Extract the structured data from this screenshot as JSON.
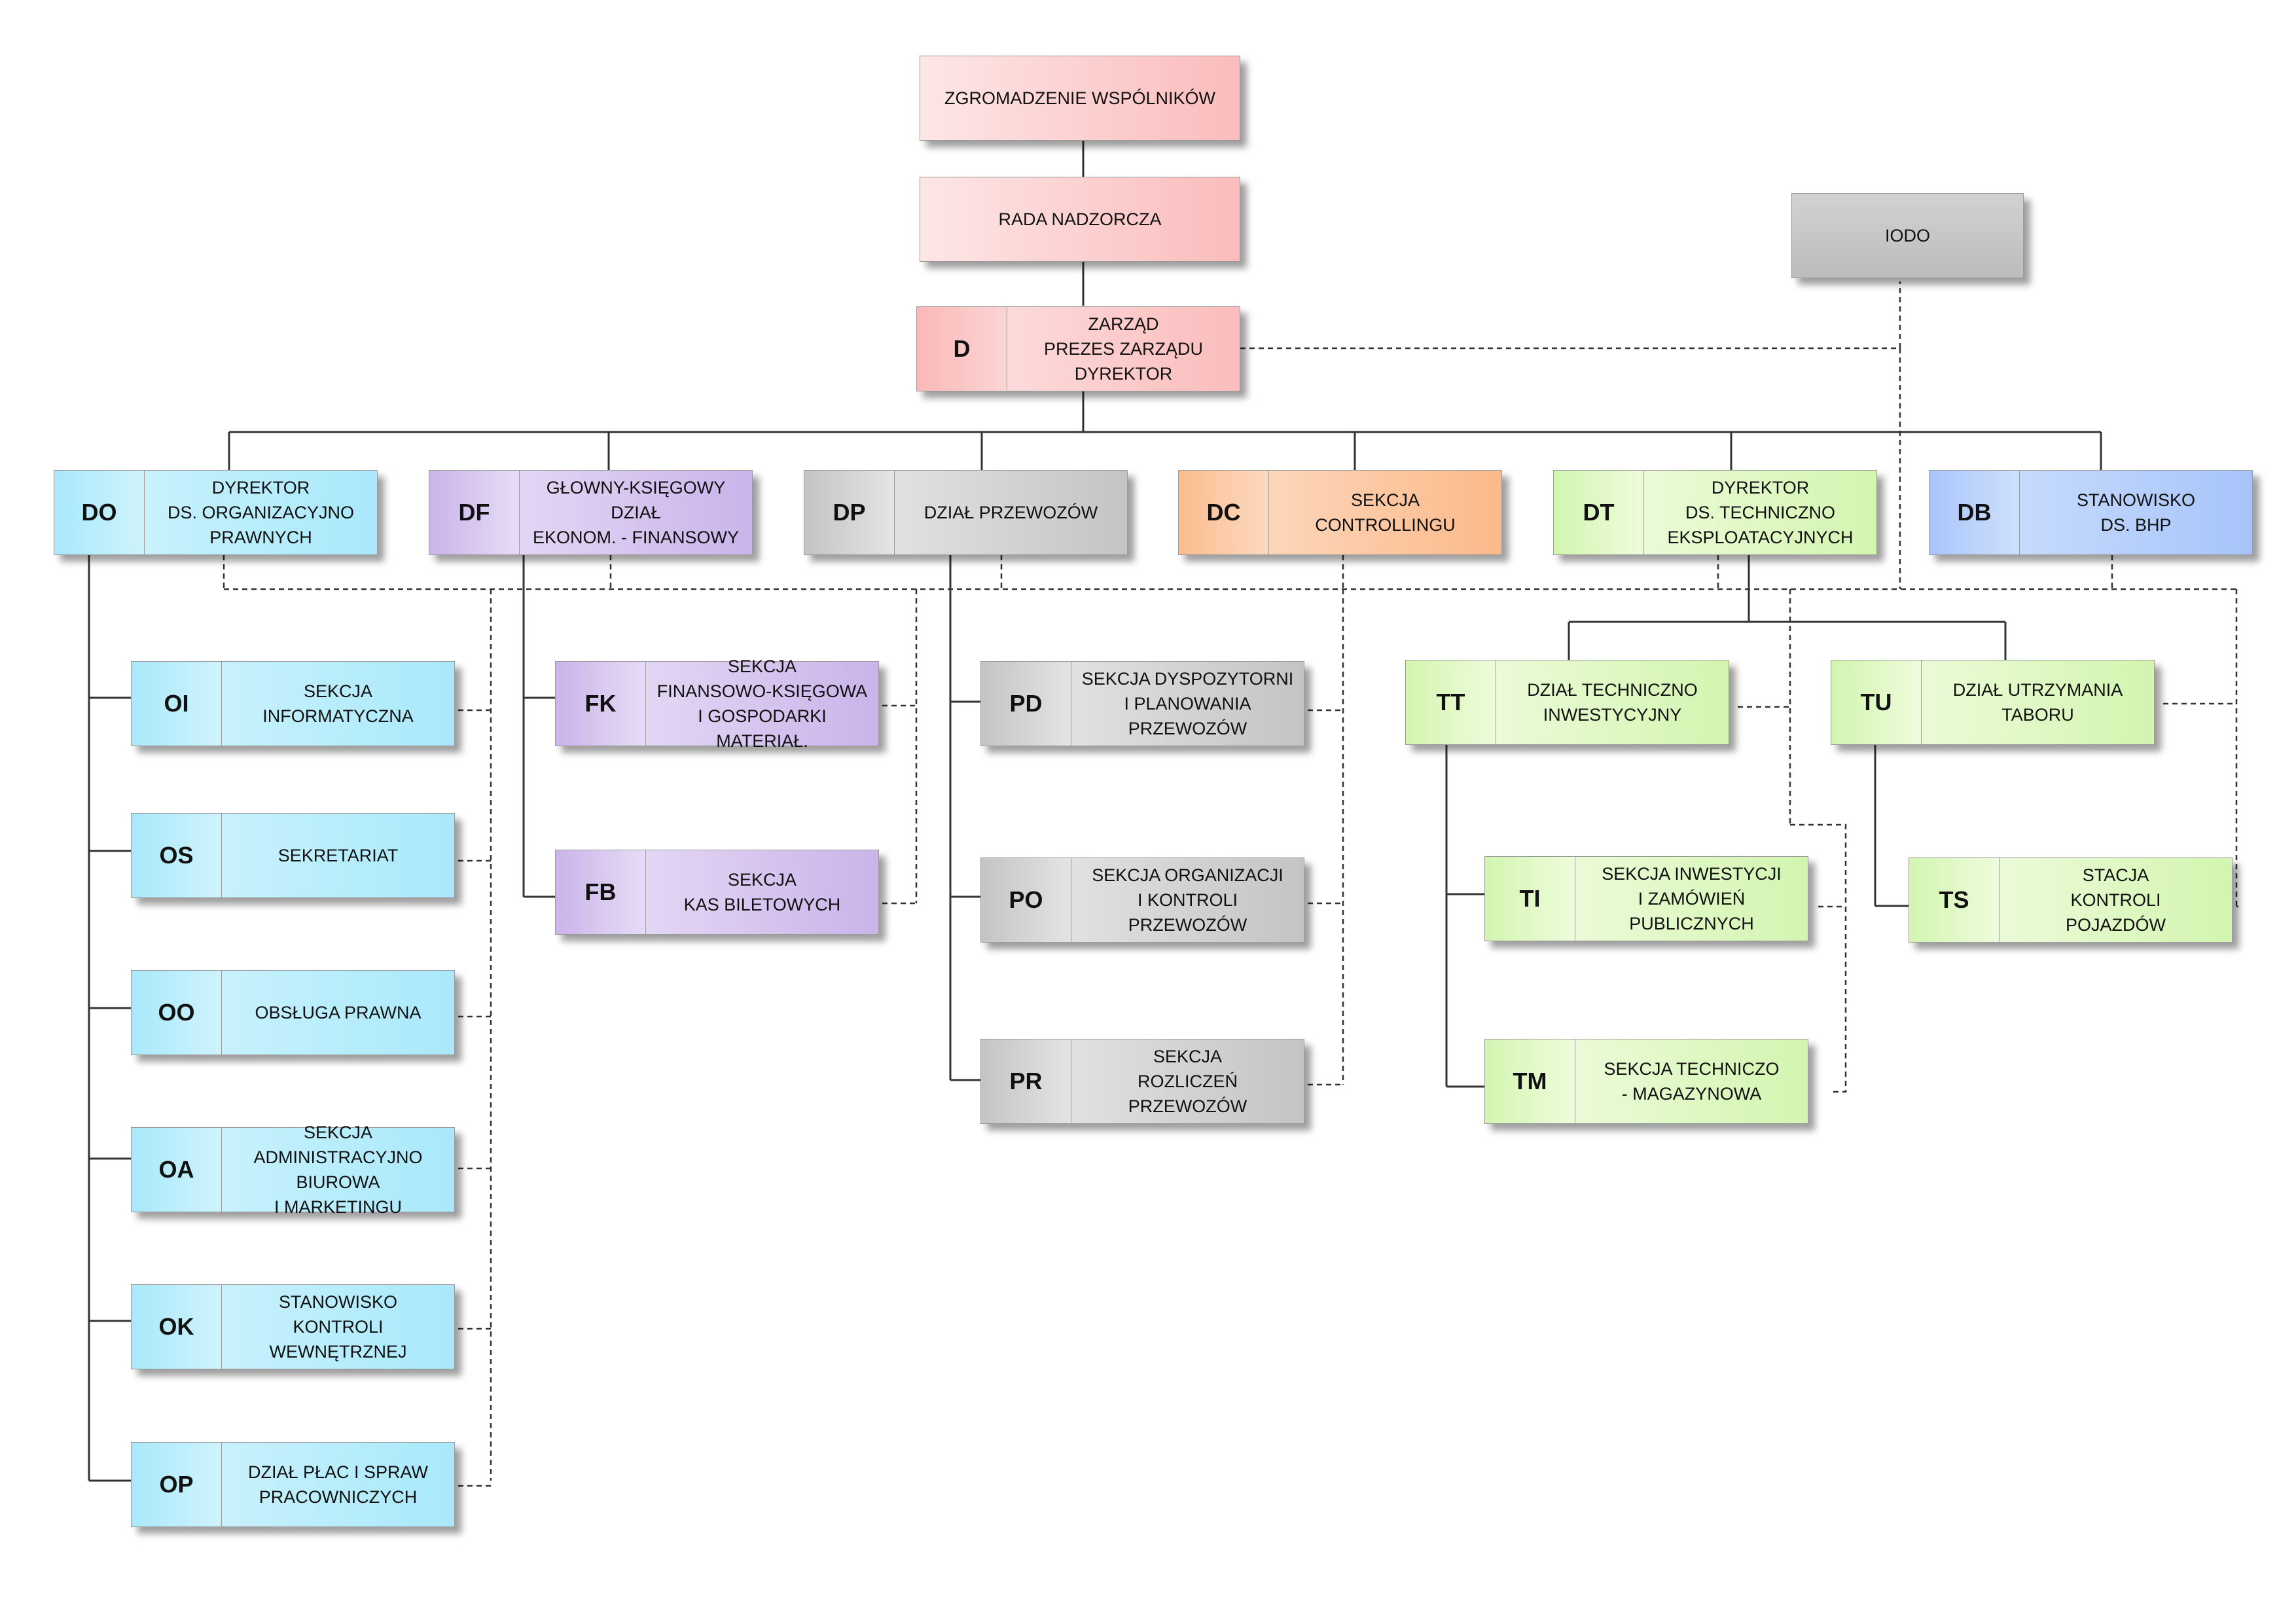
{
  "nodes": {
    "zgromadzenie": {
      "label": "ZGROMADZENIE WSPÓLNIKÓW"
    },
    "rada": {
      "label": "RADA NADZORCZA"
    },
    "iodo": {
      "label": "IODO"
    },
    "zarzad": {
      "code": "D",
      "label": "ZARZĄD\nPREZES ZARZĄDU\nDYREKTOR"
    },
    "do": {
      "code": "DO",
      "label": "DYREKTOR\nDS. ORGANIZACYJNO\nPRAWNYCH"
    },
    "df": {
      "code": "DF",
      "label": "GŁOWNY-KSIĘGOWY\nDZIAŁ\nEKONOM. - FINANSOWY"
    },
    "dp": {
      "code": "DP",
      "label": "DZIAŁ PRZEWOZÓW"
    },
    "dc": {
      "code": "DC",
      "label": "SEKCJA\nCONTROLLINGU"
    },
    "dt": {
      "code": "DT",
      "label": "DYREKTOR\nDS. TECHNICZNO\nEKSPLOATACYJNYCH"
    },
    "db": {
      "code": "DB",
      "label": "STANOWISKO\nDS. BHP"
    },
    "oi": {
      "code": "OI",
      "label": "SEKCJA\nINFORMATYCZNA"
    },
    "os": {
      "code": "OS",
      "label": "SEKRETARIAT"
    },
    "oo": {
      "code": "OO",
      "label": "OBSŁUGA PRAWNA"
    },
    "oa": {
      "code": "OA",
      "label": "SEKCJA ADMINISTRACYJNO\nBIUROWA\nI MARKETINGU"
    },
    "ok": {
      "code": "OK",
      "label": "STANOWISKO\nKONTROLI\nWEWNĘTRZNEJ"
    },
    "op": {
      "code": "OP",
      "label": "DZIAŁ PŁAC I SPRAW\nPRACOWNICZYCH"
    },
    "fk": {
      "code": "FK",
      "label": "SEKCJA\nFINANSOWO-KSIĘGOWA\nI GOSPODARKI MATERIAŁ."
    },
    "fb": {
      "code": "FB",
      "label": "SEKCJA\nKAS BILETOWYCH"
    },
    "pd": {
      "code": "PD",
      "label": "SEKCJA DYSPOZYTORNI\nI PLANOWANIA\nPRZEWOZÓW"
    },
    "po": {
      "code": "PO",
      "label": "SEKCJA ORGANIZACJI\nI KONTROLI\nPRZEWOZÓW"
    },
    "pr": {
      "code": "PR",
      "label": "SEKCJA\nROZLICZEŃ\nPRZEWOZÓW"
    },
    "tt": {
      "code": "TT",
      "label": "DZIAŁ TECHNICZNO\nINWESTYCYJNY"
    },
    "tu": {
      "code": "TU",
      "label": "DZIAŁ UTRZYMANIA\nTABORU"
    },
    "ti": {
      "code": "TI",
      "label": "SEKCJA INWESTYCJI\nI ZAMÓWIEŃ\nPUBLICZNYCH"
    },
    "tm": {
      "code": "TM",
      "label": "SEKCJA TECHNICZO\n- MAGAZYNOWA"
    },
    "ts": {
      "code": "TS",
      "label": "STACJA\nKONTROLI\nPOJAZDÓW"
    }
  },
  "colors": {
    "pink": "#fbbcbc",
    "grey": "#c4c4c4",
    "cyan": "#a9e9fb",
    "purple": "#cab4ea",
    "orange": "#fbb98a",
    "green": "#d3f5b0",
    "blue": "#a7c4fa",
    "line": "#333333"
  }
}
